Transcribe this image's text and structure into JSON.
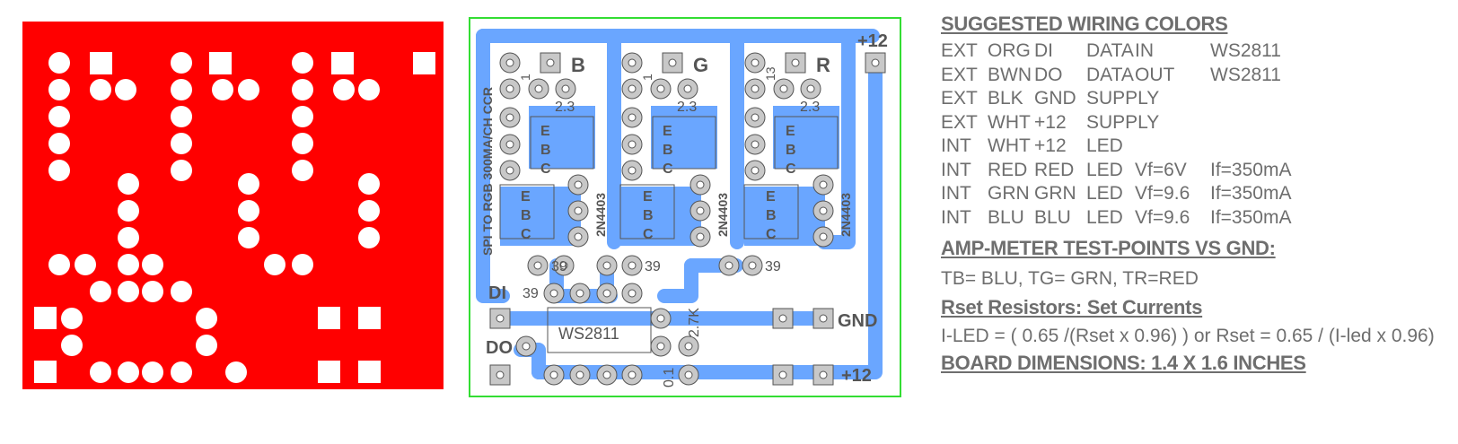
{
  "colors": {
    "pad_plate": "#ff0000",
    "trace": "#6aa6ff",
    "board_outline": "#33dd33",
    "pad": "#c8c8c8",
    "text": "#6e6e6e"
  },
  "board": {
    "channels": [
      "B",
      "G",
      "R"
    ],
    "pin_labels": [
      "1",
      "1",
      "13"
    ],
    "resistor_labels": [
      "2.3",
      "2.3",
      "2.3"
    ],
    "transistor_pins": [
      "E",
      "B",
      "C"
    ],
    "transistor_part": "2N4403",
    "side_label": "SPI TO RGB 300MA/CH CCR",
    "r39": "39",
    "r27k": "2.7K",
    "cap": "0.1",
    "ic_label": "WS2811",
    "di": "DI",
    "do": "DO",
    "gnd": "GND",
    "plus12_top": "+12",
    "plus12_bottom": "+12"
  },
  "notes": {
    "wiring_title": "SUGGESTED WIRING COLORS",
    "wiring_rows": [
      [
        "EXT",
        "ORG",
        "DI",
        "DATA",
        "IN",
        "WS2811"
      ],
      [
        "EXT",
        "BWN",
        "DO",
        "DATA",
        "OUT",
        "WS2811"
      ],
      [
        "EXT",
        "BLK",
        "GND",
        "SUPPLY",
        "",
        ""
      ],
      [
        "EXT",
        "WHT",
        "+12",
        "SUPPLY",
        "",
        ""
      ],
      [
        "INT",
        "WHT",
        "+12",
        "LED",
        "",
        ""
      ],
      [
        "INT",
        "RED",
        "RED",
        "LED",
        "Vf=6V",
        "If=350mA"
      ],
      [
        "INT",
        "GRN",
        "GRN",
        "LED",
        "Vf=9.6",
        "If=350mA"
      ],
      [
        "INT",
        "BLU",
        "BLU",
        "LED",
        "Vf=9.6",
        "If=350mA"
      ]
    ],
    "amp_title": "AMP-METER TEST-POINTS VS GND:",
    "amp_text": "TB= BLU, TG= GRN, TR=RED",
    "rset_title": "Rset Resistors: Set Currents",
    "rset_text": "I-LED = ( 0.65 /(Rset x 0.96) )  or  Rset = 0.65 / (I-led x 0.96)",
    "dim_title": "BOARD DIMENSIONS: 1.4 X 1.6 INCHES"
  }
}
